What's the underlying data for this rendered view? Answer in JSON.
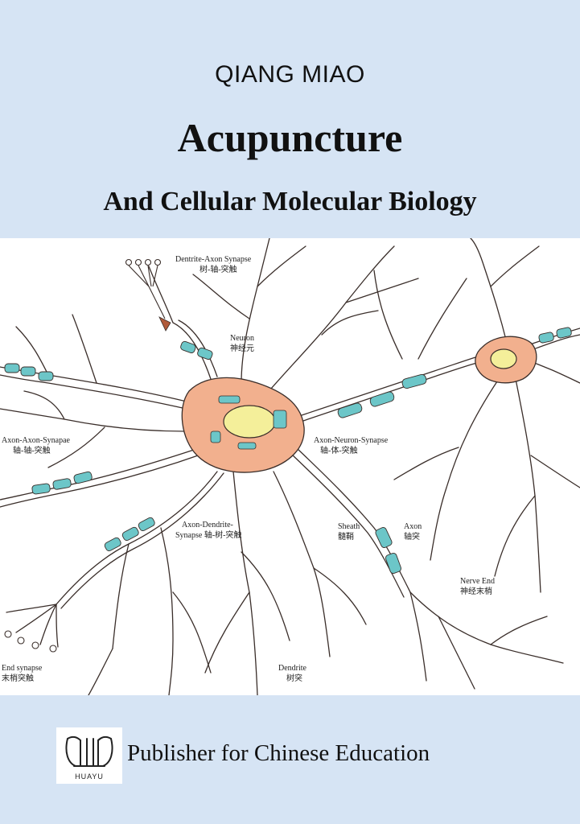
{
  "cover": {
    "author": "QIANG MIAO",
    "title": "Acupuncture",
    "subtitle": "And Cellular Molecular Biology"
  },
  "illustration": {
    "labels": {
      "dendrite_axon_synapse": "Dentrite-Axon Synapse",
      "dendrite_axon_synapse_cn": "树-轴-突触",
      "neuron": "Neuron",
      "neuron_cn": "神经元",
      "axon_axon_synapse": "Axon-Axon-Synapae",
      "axon_axon_synapse_cn": "轴-轴-突触",
      "axon_neuron_synapse": "Axon-Neuron-Synapse",
      "axon_neuron_synapse_cn": "轴-体-突触",
      "axon_dendrite_synapse_1": "Axon-Dendrite-",
      "axon_dendrite_synapse_2": "Synapse 轴-树-突触",
      "sheath": "Sheath",
      "sheath_cn": "髓鞘",
      "axon": "Axon",
      "axon_cn": "轴突",
      "nerve_end": "Nerve End",
      "nerve_end_cn": "神经末梢",
      "end_synapse": "End synapse",
      "end_synapse_cn": "末梢突触",
      "dendrite": "Dendrite",
      "dendrite_cn": "树突"
    },
    "colors": {
      "cell_body": "#f2b08e",
      "nucleus": "#f4ef9a",
      "myelin": "#6cc6c8",
      "line": "#3a2e2a"
    }
  },
  "footer": {
    "logo_text": "HUAYU",
    "publisher": "Publisher for Chinese Education"
  }
}
